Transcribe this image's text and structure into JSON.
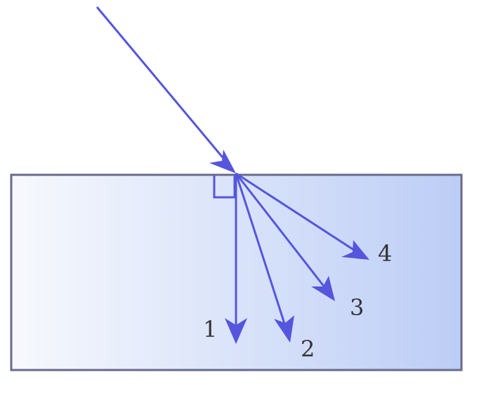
{
  "labels": {
    "ray_1": "1",
    "ray_2": "2",
    "ray_3": "3",
    "ray_4": "4"
  },
  "colors": {
    "ray": "#5555dd",
    "block_border": "#6a6a8c",
    "block_gradient_start": "#f7f9fd",
    "block_gradient_end": "#bccdf6",
    "label_text": "#333333"
  }
}
